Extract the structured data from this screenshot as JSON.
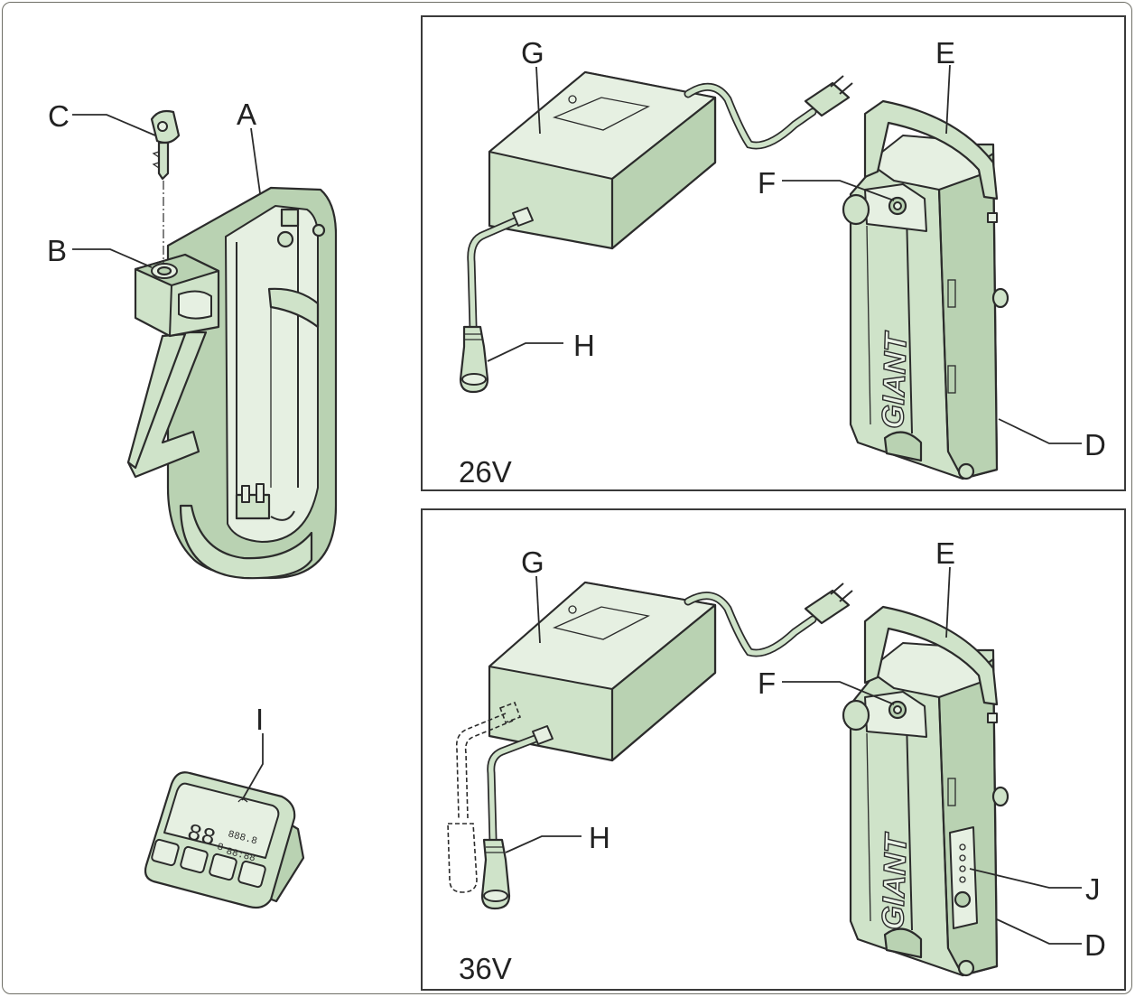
{
  "labels": {
    "A": "A",
    "B": "B",
    "C": "C",
    "D": "D",
    "E": "E",
    "F": "F",
    "G": "G",
    "H": "H",
    "I": "I",
    "J": "J"
  },
  "panels": {
    "top": {
      "voltage": "26V"
    },
    "bottom": {
      "voltage": "36V"
    }
  },
  "battery_brand": "GIANT",
  "display_readout": {
    "main": "88",
    "small_top": "888.8",
    "small_mid": "8",
    "small_bottom": "88:88"
  },
  "colors": {
    "part_fill": "#cfe3c9",
    "part_shade": "#b9d2b2",
    "outline": "#2b2b2b",
    "frame": "#6e6e66"
  }
}
